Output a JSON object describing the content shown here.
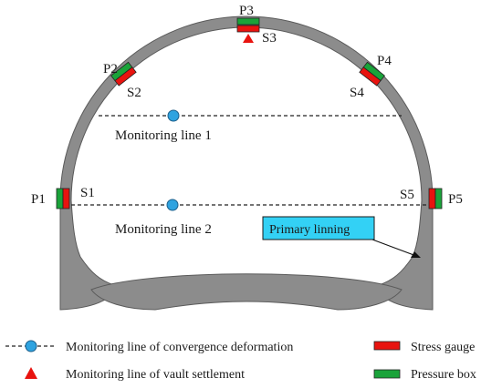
{
  "gauges": {
    "p1": "P1",
    "p2": "P2",
    "p3": "P3",
    "p4": "P4",
    "p5": "P5",
    "s1": "S1",
    "s2": "S2",
    "s3": "S3",
    "s4": "S4",
    "s5": "S5"
  },
  "monitoring_lines": {
    "line1": "Monitoring line 1",
    "line2": "Monitoring line 2"
  },
  "callout": {
    "label": "Primary linning"
  },
  "legend": {
    "convergence": "Monitoring line of convergence deformation",
    "vault_settlement": "Monitoring line of vault settlement",
    "stress_gauge": "Stress gauge",
    "pressure_box": "Pressure box"
  },
  "colors": {
    "lining": "#8c8c8c",
    "lining_stroke": "#5a5a5a",
    "stress_gauge": "#e8130f",
    "pressure_box": "#1aa33a",
    "monitor_point": "#2fa3e0",
    "vault_marker": "#e8130f",
    "callout_fill": "#33d1f5"
  }
}
